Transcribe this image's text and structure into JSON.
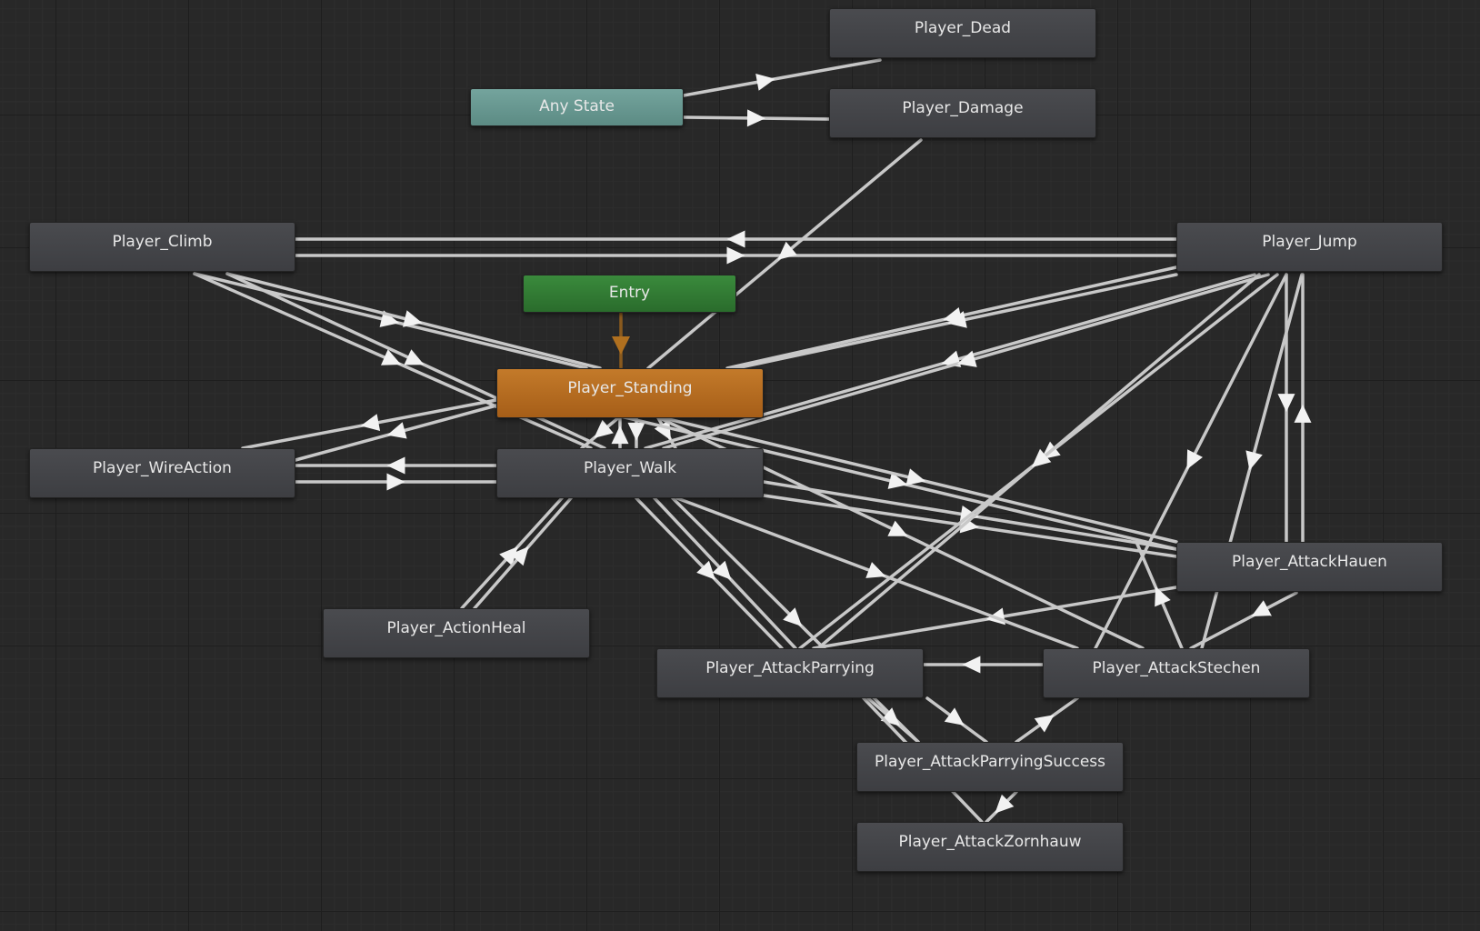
{
  "states": {
    "player_dead": "Player_Dead",
    "player_damage": "Player_Damage",
    "any_state": "Any State",
    "player_climb": "Player_Climb",
    "player_jump": "Player_Jump",
    "entry": "Entry",
    "player_standing": "Player_Standing",
    "player_wireaction": "Player_WireAction",
    "player_walk": "Player_Walk",
    "player_actionheal": "Player_ActionHeal",
    "player_attackhauen": "Player_AttackHauen",
    "player_attackparrying": "Player_AttackParrying",
    "player_attackstechen": "Player_AttackStechen",
    "player_attackparryingsuccess": "Player_AttackParryingSuccess",
    "player_attackzornhauw": "Player_AttackZornhauw"
  },
  "colors": {
    "canvas_background": "#282828",
    "state_node": "#46474b",
    "any_state_node": "#6a9a93",
    "entry_node": "#2f7a31",
    "default_state_node": "#b86f22",
    "transition_line": "#c8c8c8",
    "entry_transition": "#8a5a1e"
  }
}
